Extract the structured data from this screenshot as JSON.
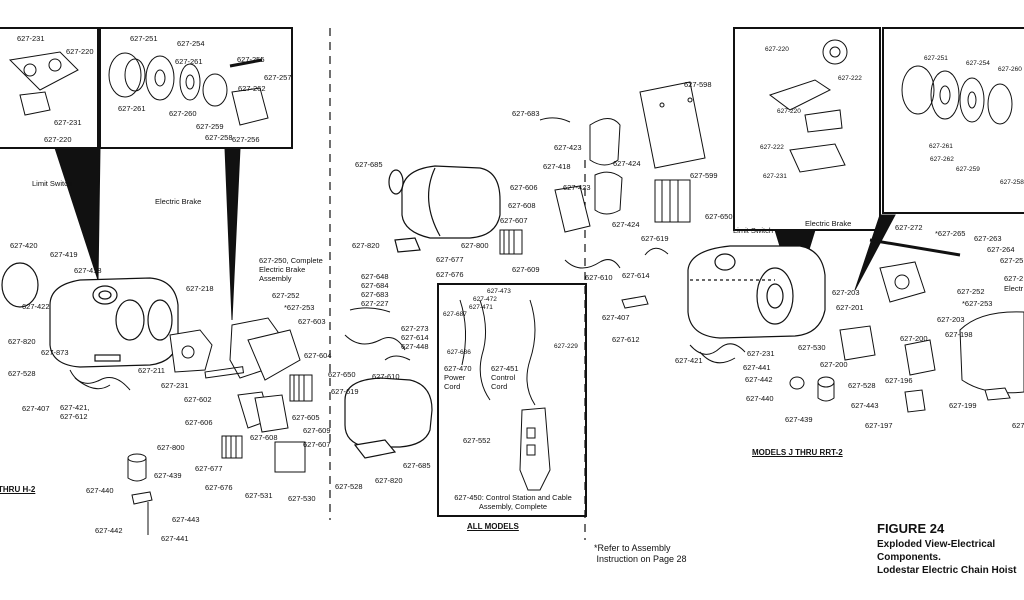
{
  "figure": {
    "title": "FIGURE 24",
    "subtitle_line1": "Exploded View-Electrical",
    "subtitle_line2": "Components.",
    "subtitle_line3": "Lodestar Electric Chain Hoist"
  },
  "captions": {
    "left_models": "THRU H-2",
    "all_models": "ALL MODELS",
    "right_models": "MODELS J THRU RRT-2"
  },
  "notes": {
    "assembly_ref": "*Refer to Assembly\n Instruction on Page 28"
  },
  "labels": {
    "limit_switch_left": "Limit Switch",
    "electric_brake_left": "Electric Brake",
    "brake_assembly": "627-250, Complete\nElectric Brake\nAssembly",
    "limit_switch_right": "Limit Switch",
    "electric_brake_right": "Electric Brake",
    "power_cord": "627-470\nPower\nCord",
    "control_cord": "627-451\nControl\nCord",
    "control_station": "627-450: Control Station and Cable\nAssembly, Complete",
    "electric_cut": "Electr"
  },
  "parts": [
    {
      "id": "p1",
      "text": "627-231"
    },
    {
      "id": "p2",
      "text": "627-220"
    },
    {
      "id": "p3",
      "text": "627-231"
    },
    {
      "id": "p4",
      "text": "627-220"
    },
    {
      "id": "p5",
      "text": "627-251"
    },
    {
      "id": "p6",
      "text": "627-254"
    },
    {
      "id": "p7",
      "text": "627-261"
    },
    {
      "id": "p8",
      "text": "627-261"
    },
    {
      "id": "p9",
      "text": "627-255"
    },
    {
      "id": "p10",
      "text": "627-257"
    },
    {
      "id": "p11",
      "text": "627-262"
    },
    {
      "id": "p12",
      "text": "627-260"
    },
    {
      "id": "p13",
      "text": "627-259"
    },
    {
      "id": "p14",
      "text": "627-258"
    },
    {
      "id": "p15",
      "text": "627-256"
    },
    {
      "id": "p16",
      "text": "627-420"
    },
    {
      "id": "p17",
      "text": "627-419"
    },
    {
      "id": "p18",
      "text": "627-418"
    },
    {
      "id": "p19",
      "text": "627-422"
    },
    {
      "id": "p20",
      "text": "627-820"
    },
    {
      "id": "p21",
      "text": "627-873"
    },
    {
      "id": "p22",
      "text": "627-528"
    },
    {
      "id": "p23",
      "text": "627-211"
    },
    {
      "id": "p24",
      "text": "627-407"
    },
    {
      "id": "p25",
      "text": "627-421,"
    },
    {
      "id": "p26",
      "text": "627-612"
    },
    {
      "id": "p27",
      "text": "627-218"
    },
    {
      "id": "p28",
      "text": "627-252"
    },
    {
      "id": "p29",
      "text": "*627-253"
    },
    {
      "id": "p30",
      "text": "627-603"
    },
    {
      "id": "p31",
      "text": "627-231"
    },
    {
      "id": "p32",
      "text": "627-602"
    },
    {
      "id": "p33",
      "text": "627-606"
    },
    {
      "id": "p34",
      "text": "627-604"
    },
    {
      "id": "p35",
      "text": "627-650"
    },
    {
      "id": "p36",
      "text": "627-619"
    },
    {
      "id": "p37",
      "text": "627-605"
    },
    {
      "id": "p38",
      "text": "627-609"
    },
    {
      "id": "p39",
      "text": "627-608"
    },
    {
      "id": "p40",
      "text": "627-607"
    },
    {
      "id": "p41",
      "text": "627-800"
    },
    {
      "id": "p42",
      "text": "627-677"
    },
    {
      "id": "p43",
      "text": "627-676"
    },
    {
      "id": "p44",
      "text": "627-531"
    },
    {
      "id": "p45",
      "text": "627-530"
    },
    {
      "id": "p46",
      "text": "627-439"
    },
    {
      "id": "p47",
      "text": "627-440"
    },
    {
      "id": "p48",
      "text": "627-443"
    },
    {
      "id": "p49",
      "text": "627-442"
    },
    {
      "id": "p50",
      "text": "627-441"
    },
    {
      "id": "p51",
      "text": "627-528"
    },
    {
      "id": "p52",
      "text": "627-820"
    },
    {
      "id": "p53",
      "text": "627-685"
    },
    {
      "id": "p54",
      "text": "627-648"
    },
    {
      "id": "p55",
      "text": "627-684"
    },
    {
      "id": "p56",
      "text": "627-683"
    },
    {
      "id": "p57",
      "text": "627-227"
    },
    {
      "id": "p58",
      "text": "627-273"
    },
    {
      "id": "p59",
      "text": "627-614"
    },
    {
      "id": "p60",
      "text": "627-448"
    },
    {
      "id": "p61",
      "text": "627-610"
    },
    {
      "id": "p62",
      "text": "627-685"
    },
    {
      "id": "p63",
      "text": "627-820"
    },
    {
      "id": "p64",
      "text": "627-683"
    },
    {
      "id": "p65",
      "text": "627-423"
    },
    {
      "id": "p66",
      "text": "627-418"
    },
    {
      "id": "p67",
      "text": "627-424"
    },
    {
      "id": "p68",
      "text": "627-423"
    },
    {
      "id": "p69",
      "text": "627-606"
    },
    {
      "id": "p70",
      "text": "627-608"
    },
    {
      "id": "p71",
      "text": "627-607"
    },
    {
      "id": "p72",
      "text": "627-800"
    },
    {
      "id": "p73",
      "text": "627-677"
    },
    {
      "id": "p74",
      "text": "627-676"
    },
    {
      "id": "p75",
      "text": "627-609"
    },
    {
      "id": "p76",
      "text": "627-610"
    },
    {
      "id": "p77",
      "text": "627-424"
    },
    {
      "id": "p78",
      "text": "627-619"
    },
    {
      "id": "p79",
      "text": "627-614"
    },
    {
      "id": "p80",
      "text": "627-598"
    },
    {
      "id": "p81",
      "text": "627-599"
    },
    {
      "id": "p82",
      "text": "627-650"
    },
    {
      "id": "p83",
      "text": "627-473"
    },
    {
      "id": "p84",
      "text": "627-472"
    },
    {
      "id": "p85",
      "text": "627-471"
    },
    {
      "id": "p86",
      "text": "627-687"
    },
    {
      "id": "p87",
      "text": "627-686"
    },
    {
      "id": "p88",
      "text": "627-229"
    },
    {
      "id": "p89",
      "text": "627-552"
    },
    {
      "id": "p90",
      "text": "627-220"
    },
    {
      "id": "p91",
      "text": "627-222"
    },
    {
      "id": "p92",
      "text": "627-220"
    },
    {
      "id": "p93",
      "text": "627-222"
    },
    {
      "id": "p94",
      "text": "627-231"
    },
    {
      "id": "p95",
      "text": "627-251"
    },
    {
      "id": "p96",
      "text": "627-254"
    },
    {
      "id": "p97",
      "text": "627-260"
    },
    {
      "id": "p98",
      "text": "627-261"
    },
    {
      "id": "p99",
      "text": "627-262"
    },
    {
      "id": "p100",
      "text": "627-259"
    },
    {
      "id": "p101",
      "text": "627-258"
    },
    {
      "id": "p102",
      "text": "627-272"
    },
    {
      "id": "p103",
      "text": "*627-265"
    },
    {
      "id": "p104",
      "text": "627-263"
    },
    {
      "id": "p105",
      "text": "627-264"
    },
    {
      "id": "p106",
      "text": "627-25"
    },
    {
      "id": "p107",
      "text": "627-2"
    },
    {
      "id": "p108",
      "text": "627-252"
    },
    {
      "id": "p109",
      "text": "*627-253"
    },
    {
      "id": "p110",
      "text": "627-203"
    },
    {
      "id": "p111",
      "text": "627-201"
    },
    {
      "id": "p112",
      "text": "627-407"
    },
    {
      "id": "p113",
      "text": "627-612"
    },
    {
      "id": "p114",
      "text": "627-421"
    },
    {
      "id": "p115",
      "text": "627-231"
    },
    {
      "id": "p116",
      "text": "627-441"
    },
    {
      "id": "p117",
      "text": "627-442"
    },
    {
      "id": "p118",
      "text": "627-440"
    },
    {
      "id": "p119",
      "text": "627-439"
    },
    {
      "id": "p120",
      "text": "627-530"
    },
    {
      "id": "p121",
      "text": "627-200"
    },
    {
      "id": "p122",
      "text": "627-200"
    },
    {
      "id": "p123",
      "text": "627-528"
    },
    {
      "id": "p124",
      "text": "627-443"
    },
    {
      "id": "p125",
      "text": "627-203"
    },
    {
      "id": "p126",
      "text": "627-198"
    },
    {
      "id": "p127",
      "text": "627-196"
    },
    {
      "id": "p128",
      "text": "627-199"
    },
    {
      "id": "p129",
      "text": "627-197"
    },
    {
      "id": "p130",
      "text": "627-"
    }
  ]
}
